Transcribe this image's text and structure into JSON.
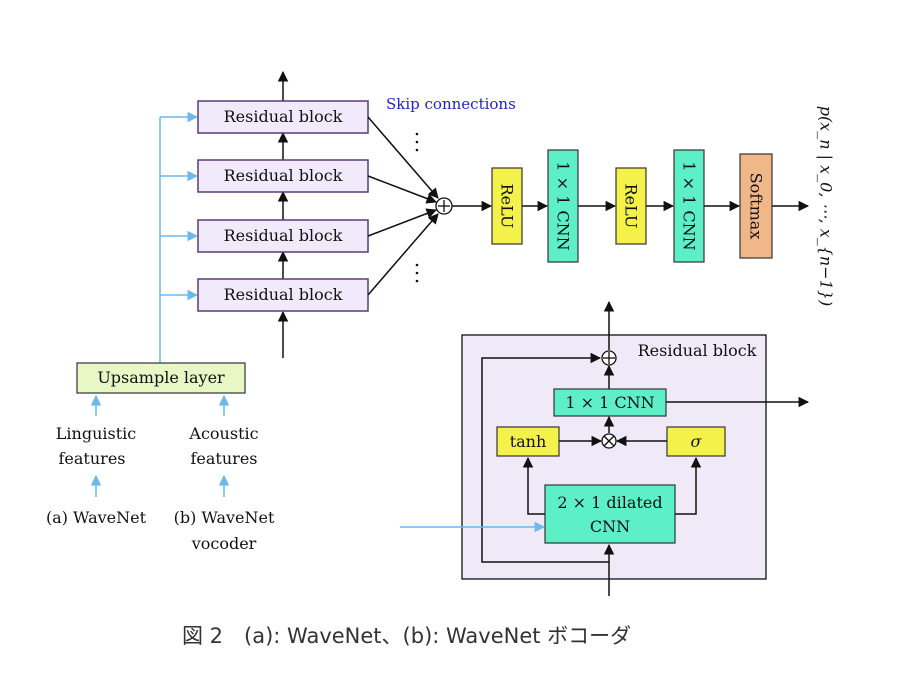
{
  "diagram": {
    "residual_blocks": [
      "Residual block",
      "Residual block",
      "Residual block",
      "Residual block"
    ],
    "skip_connections_label": "Skip connections",
    "output_chain": {
      "relu_1": "ReLU",
      "cnn_1": "1 × 1 CNN",
      "relu_2": "ReLU",
      "cnn_2": "1 × 1 CNN",
      "softmax": "Softmax"
    },
    "output_label": "p(x_n | x_0, ⋯, x_{n−1})",
    "upsample": "Upsample layer",
    "conditioning": {
      "linguistic_line1": "Linguistic",
      "linguistic_line2": "features",
      "acoustic_line1": "Acoustic",
      "acoustic_line2": "features"
    },
    "model_labels": {
      "a": "(a) WaveNet",
      "b_line1": "(b) WaveNet",
      "b_line2": "vocoder"
    },
    "inset": {
      "title": "Residual block",
      "cnn": "1 × 1 CNN",
      "tanh": "tanh",
      "sigma": "σ",
      "dilated_line1": "2 × 1 dilated",
      "dilated_line2": "CNN"
    },
    "caption": "図 2　(a): WaveNet、(b): WaveNet ボコーダ"
  },
  "colors": {
    "residual_fill": "#f1eafa",
    "residual_stroke": "#5b3a7a",
    "relu_fill": "#f4f24a",
    "cnn_fill": "#5df0c8",
    "softmax_fill": "#f0b889",
    "upsample_fill": "#e7f7c5",
    "inset_bg": "#efe9f8",
    "blue_arrow": "#6ab8ee",
    "blue_text": "#2222cc"
  }
}
